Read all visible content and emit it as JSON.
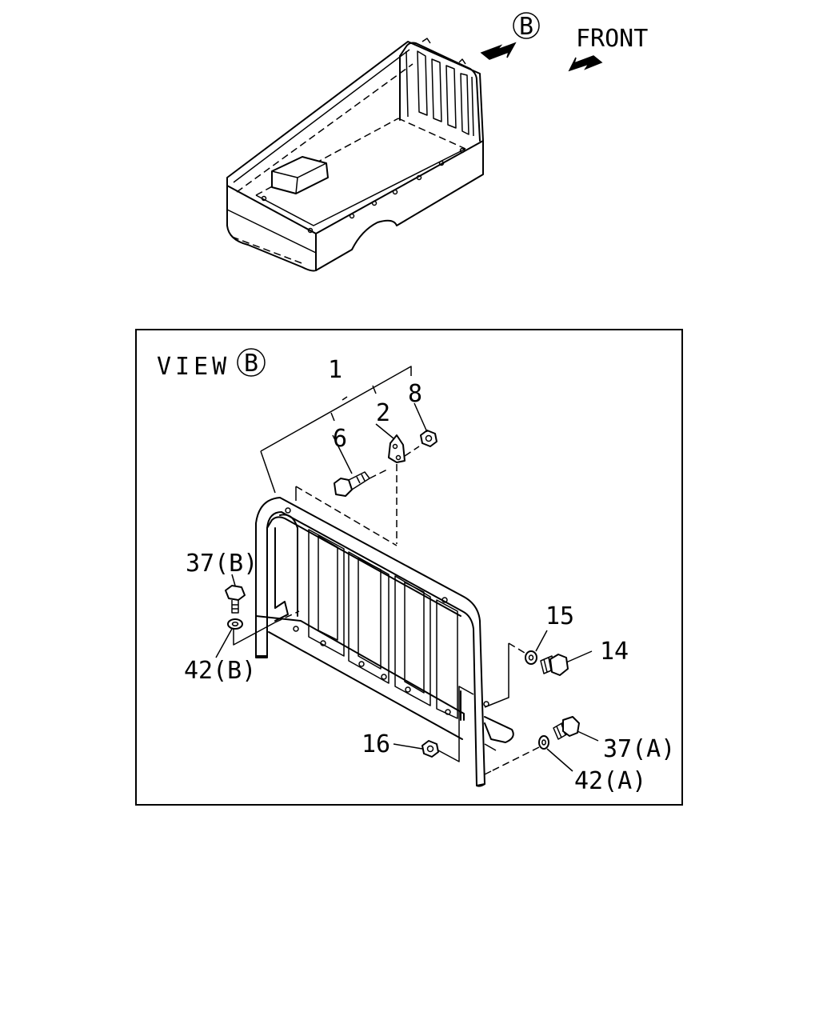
{
  "overview": {
    "marker": "B",
    "front_label": "FRONT"
  },
  "view": {
    "title": "VIEW",
    "marker": "B"
  },
  "callouts": {
    "p1": "1",
    "p2": "2",
    "p6": "6",
    "p8": "8",
    "p14": "14",
    "p15": "15",
    "p16": "16",
    "p37a": "37(A)",
    "p37b": "37(B)",
    "p42a": "42(A)",
    "p42b": "42(B)"
  }
}
